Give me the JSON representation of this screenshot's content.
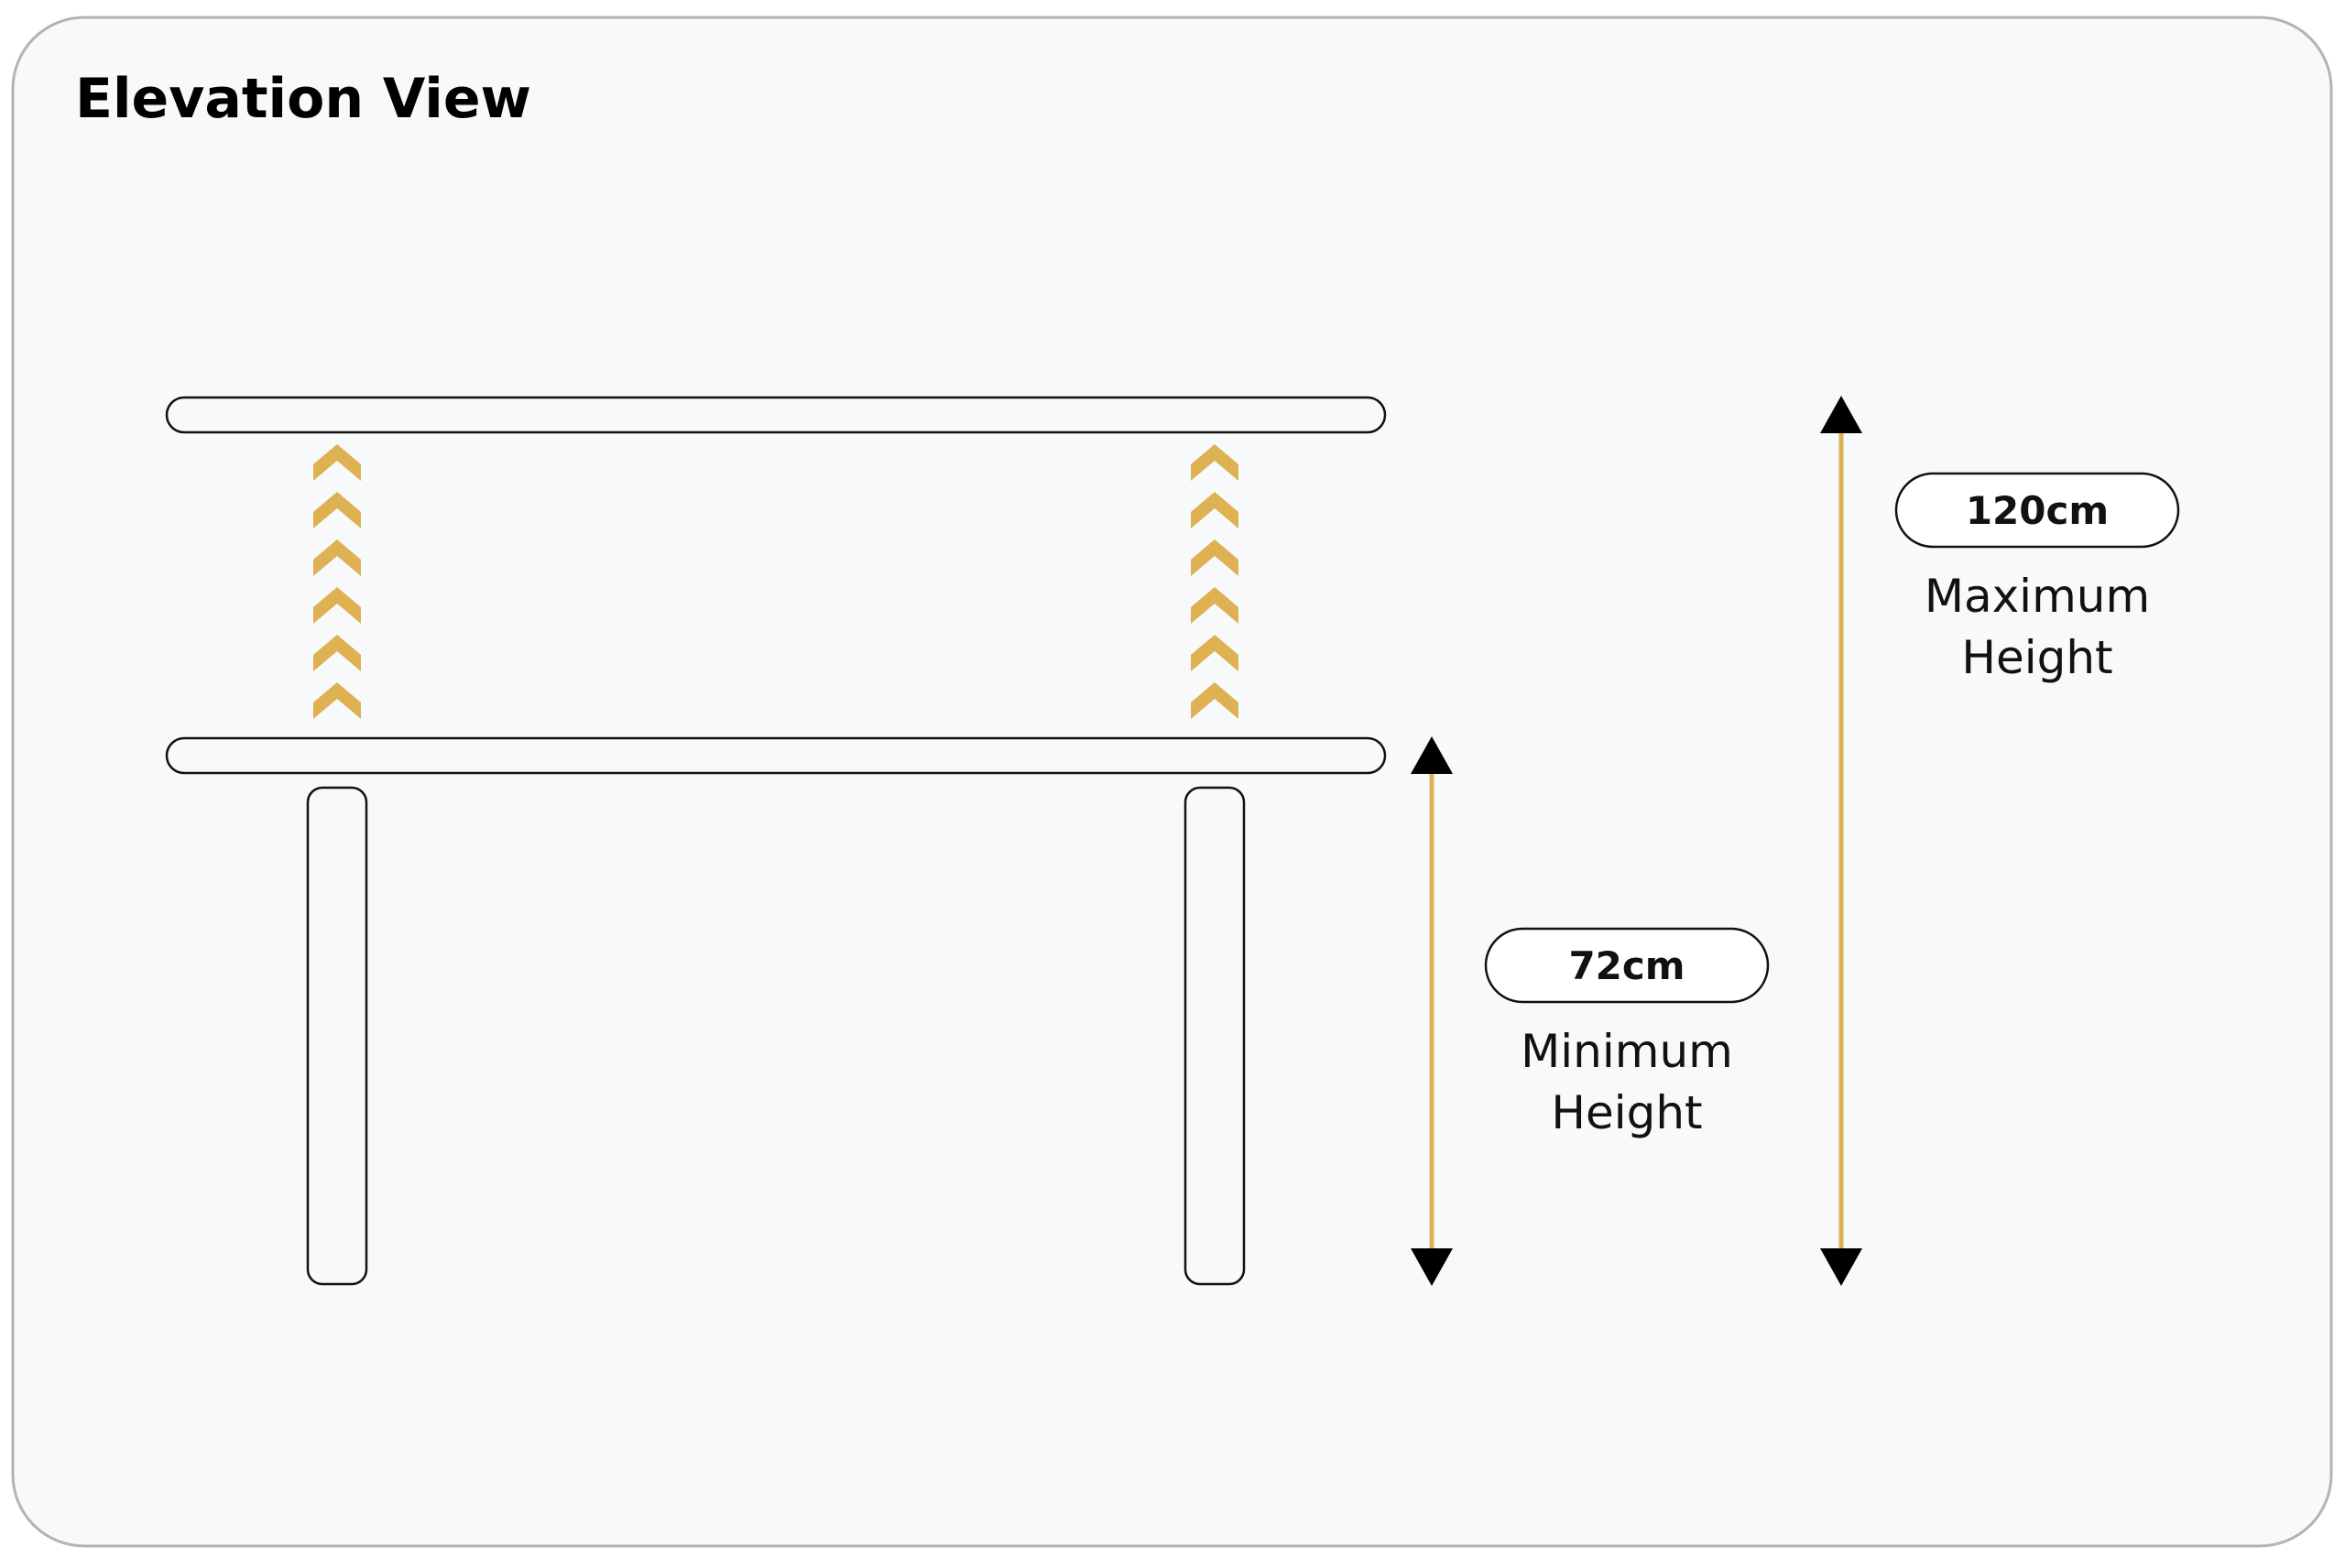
{
  "title": "Elevation View",
  "colors": {
    "panel_bg": "#f8f9fb",
    "panel_border": "#b3b3b3",
    "outline": "#111111",
    "accent": "#deb152",
    "arrowhead": "#000000"
  },
  "icons": {
    "lift_chevrons": "chevron-up-icon",
    "dimension_arrow": "double-arrow-icon"
  },
  "dimensions": {
    "minimum": {
      "value": "72cm",
      "label_line1": "Minimum",
      "label_line2": "Height"
    },
    "maximum": {
      "value": "120cm",
      "label_line1": "Maximum",
      "label_line2": "Height"
    }
  }
}
